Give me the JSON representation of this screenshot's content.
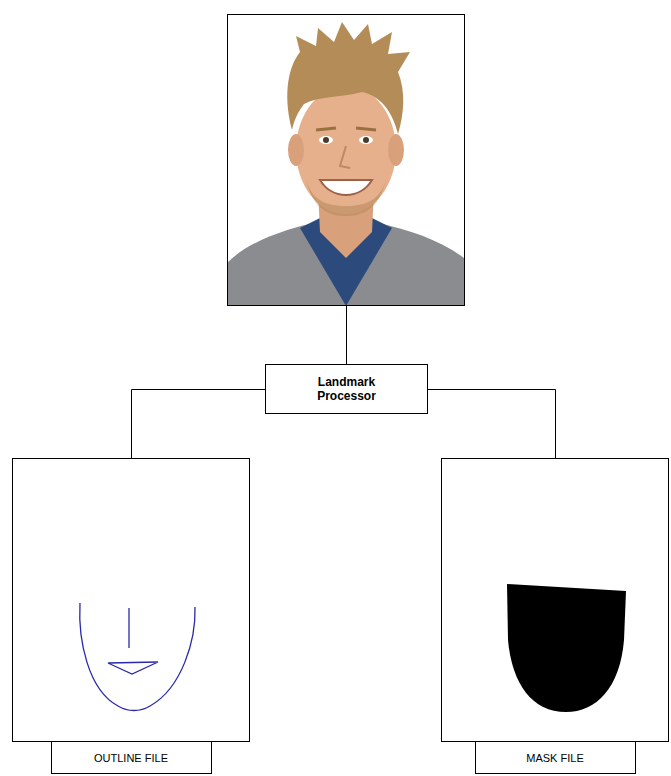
{
  "diagram": {
    "nodes": [
      {
        "text": [
          "Landmark Processor"
        ]
      },
      {
        "text": [
          "OUTLINE FILE"
        ]
      },
      {
        "text": [
          "MASK FILE"
        ]
      }
    ],
    "edges": [
      {
        "from": 0,
        "to": 1,
        "arrow": "none"
      },
      {
        "from": 0,
        "to": 2,
        "arrow": "none"
      }
    ]
  }
}
